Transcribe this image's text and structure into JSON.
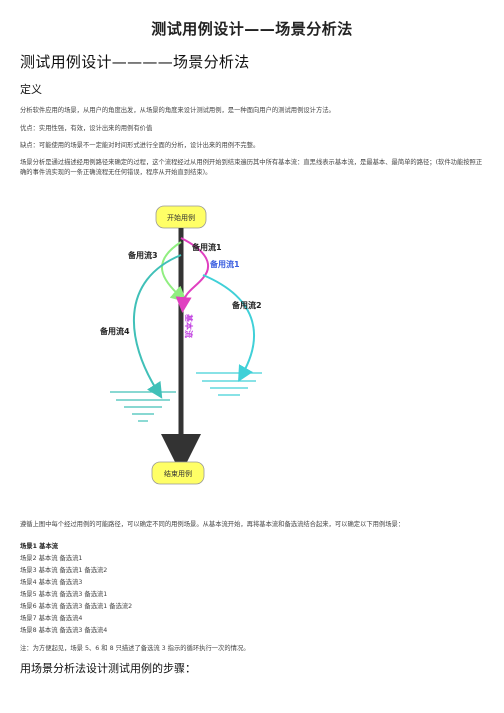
{
  "page": {
    "title": "测试用例设计——场景分析法",
    "heading": "测试用例设计————场景分析法"
  },
  "definition": {
    "heading": "定义",
    "p1": "分析软件应用的场景，从用户的角度出发，从场景的角度来设计测试用例，是一种面向用户的测试用例设计方法。",
    "p2": "优点：实用性强，有效，设计出来的用例有价值",
    "p3": "缺点：可能使用的场景不一定能对时间形式进行全面的分析，设计出来的用例不完整。",
    "p4": "场景分析是通过描述经用例路径来确定的过程，这个流程经过从用例开始到结束遍历其中所有基本流：直黑线表示基本流，是最基本、最简单的路径；(软件功能按照正确的事件流实现的一条正确流程无任何错误，程序从开始直到结束)。"
  },
  "diagram": {
    "start": "开始用例",
    "end": "结束用例",
    "basic_flow": "基本流",
    "alt1_black": "备用流1",
    "alt1_blue": "备用流1",
    "alt2": "备用流2",
    "alt3": "备用流3",
    "alt4": "备用流4",
    "colors": {
      "basic": "#333333",
      "alt1": "#e040c0",
      "alt2": "#40d0d8",
      "alt3": "#90ee80",
      "alt4": "#40c0b8",
      "node_fill": "#ffff66"
    }
  },
  "intro": "遵循上图中每个经过用例的可能路径，可以确定不同的用例场景。从基本流开始，再将基本流和备选流结合起来，可以确定以下用例场景：",
  "scenarios": [
    "场景1 基本流",
    "场景2 基本流  备选流1",
    "场景3 基本流  备选流1  备选流2",
    "场景4 基本流  备选流3",
    "场景5 基本流  备选流3  备选流1",
    "场景6 基本流  备选流3  备选流1  备选流2",
    "场景7 基本流  备选流4",
    "场景8 基本流  备选流3  备选流4"
  ],
  "note": "注：为方便起见，场景 5、6 和 8 只描述了备选流 3 指示的循环执行一次的情况。",
  "section_heading": "用场景分析法设计测试用例的步骤："
}
